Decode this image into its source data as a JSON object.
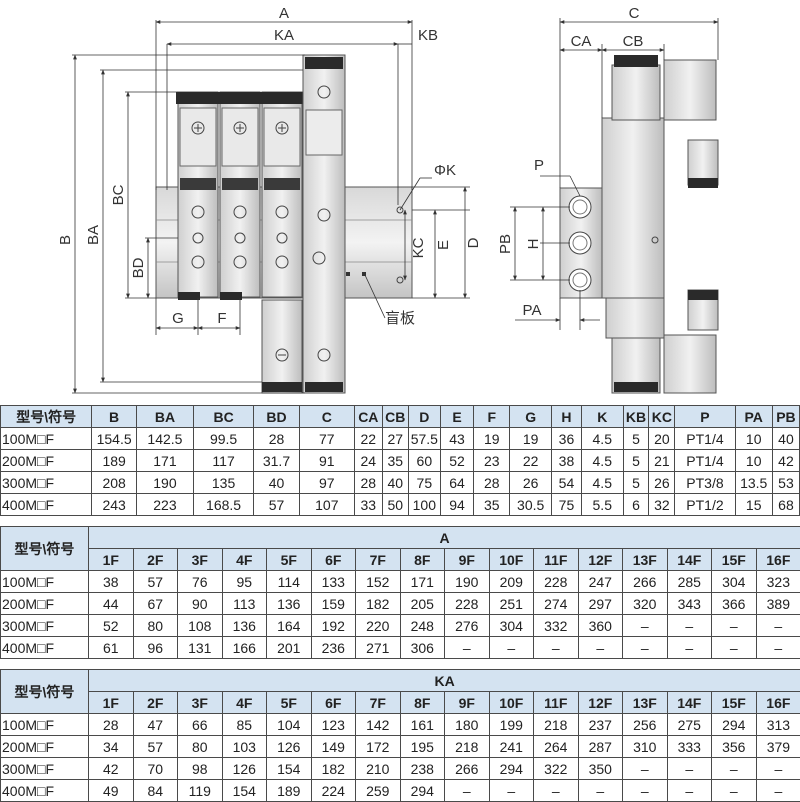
{
  "drawing": {
    "dim_labels": {
      "A": "A",
      "KA": "KA",
      "KB": "KB",
      "B": "B",
      "BA": "BA",
      "BC": "BC",
      "BD": "BD",
      "G": "G",
      "F": "F",
      "PHIK": "ΦK",
      "KC": "KC",
      "E": "E",
      "D": "D",
      "C": "C",
      "CA": "CA",
      "CB": "CB",
      "P": "P",
      "PB": "PB",
      "H": "H",
      "PA": "PA"
    },
    "blind_plate_label": "盲板"
  },
  "main_table": {
    "header": [
      "型号\\符号",
      "B",
      "BA",
      "BC",
      "BD",
      "C",
      "CA",
      "CB",
      "D",
      "E",
      "F",
      "G",
      "H",
      "K",
      "KB",
      "KC",
      "P",
      "PA",
      "PB"
    ],
    "rows": [
      [
        "100M□F",
        "154.5",
        "142.5",
        "99.5",
        "28",
        "77",
        "22",
        "27",
        "57.5",
        "43",
        "19",
        "19",
        "36",
        "4.5",
        "5",
        "20",
        "PT1/4",
        "10",
        "40"
      ],
      [
        "200M□F",
        "189",
        "171",
        "117",
        "31.7",
        "91",
        "24",
        "35",
        "60",
        "52",
        "23",
        "22",
        "38",
        "4.5",
        "5",
        "21",
        "PT1/4",
        "10",
        "42"
      ],
      [
        "300M□F",
        "208",
        "190",
        "135",
        "40",
        "97",
        "28",
        "40",
        "75",
        "64",
        "28",
        "26",
        "54",
        "4.5",
        "5",
        "26",
        "PT3/8",
        "13.5",
        "53"
      ],
      [
        "400M□F",
        "243",
        "223",
        "168.5",
        "57",
        "107",
        "33",
        "50",
        "100",
        "94",
        "35",
        "30.5",
        "75",
        "5.5",
        "6",
        "32",
        "PT1/2",
        "15",
        "68"
      ]
    ]
  },
  "a_table": {
    "model_header": "型号\\符号",
    "group_header": "A",
    "columns": [
      "1F",
      "2F",
      "3F",
      "4F",
      "5F",
      "6F",
      "7F",
      "8F",
      "9F",
      "10F",
      "11F",
      "12F",
      "13F",
      "14F",
      "15F",
      "16F"
    ],
    "rows": [
      [
        "100M□F",
        "38",
        "57",
        "76",
        "95",
        "114",
        "133",
        "152",
        "171",
        "190",
        "209",
        "228",
        "247",
        "266",
        "285",
        "304",
        "323"
      ],
      [
        "200M□F",
        "44",
        "67",
        "90",
        "113",
        "136",
        "159",
        "182",
        "205",
        "228",
        "251",
        "274",
        "297",
        "320",
        "343",
        "366",
        "389"
      ],
      [
        "300M□F",
        "52",
        "80",
        "108",
        "136",
        "164",
        "192",
        "220",
        "248",
        "276",
        "304",
        "332",
        "360",
        "–",
        "–",
        "–",
        "–"
      ],
      [
        "400M□F",
        "61",
        "96",
        "131",
        "166",
        "201",
        "236",
        "271",
        "306",
        "–",
        "–",
        "–",
        "–",
        "–",
        "–",
        "–",
        "–"
      ]
    ]
  },
  "ka_table": {
    "model_header": "型号\\符号",
    "group_header": "KA",
    "columns": [
      "1F",
      "2F",
      "3F",
      "4F",
      "5F",
      "6F",
      "7F",
      "8F",
      "9F",
      "10F",
      "11F",
      "12F",
      "13F",
      "14F",
      "15F",
      "16F"
    ],
    "rows": [
      [
        "100M□F",
        "28",
        "47",
        "66",
        "85",
        "104",
        "123",
        "142",
        "161",
        "180",
        "199",
        "218",
        "237",
        "256",
        "275",
        "294",
        "313"
      ],
      [
        "200M□F",
        "34",
        "57",
        "80",
        "103",
        "126",
        "149",
        "172",
        "195",
        "218",
        "241",
        "264",
        "287",
        "310",
        "333",
        "356",
        "379"
      ],
      [
        "300M□F",
        "42",
        "70",
        "98",
        "126",
        "154",
        "182",
        "210",
        "238",
        "266",
        "294",
        "322",
        "350",
        "–",
        "–",
        "–",
        "–"
      ],
      [
        "400M□F",
        "49",
        "84",
        "119",
        "154",
        "189",
        "224",
        "259",
        "294",
        "–",
        "–",
        "–",
        "–",
        "–",
        "–",
        "–",
        "–"
      ]
    ]
  }
}
